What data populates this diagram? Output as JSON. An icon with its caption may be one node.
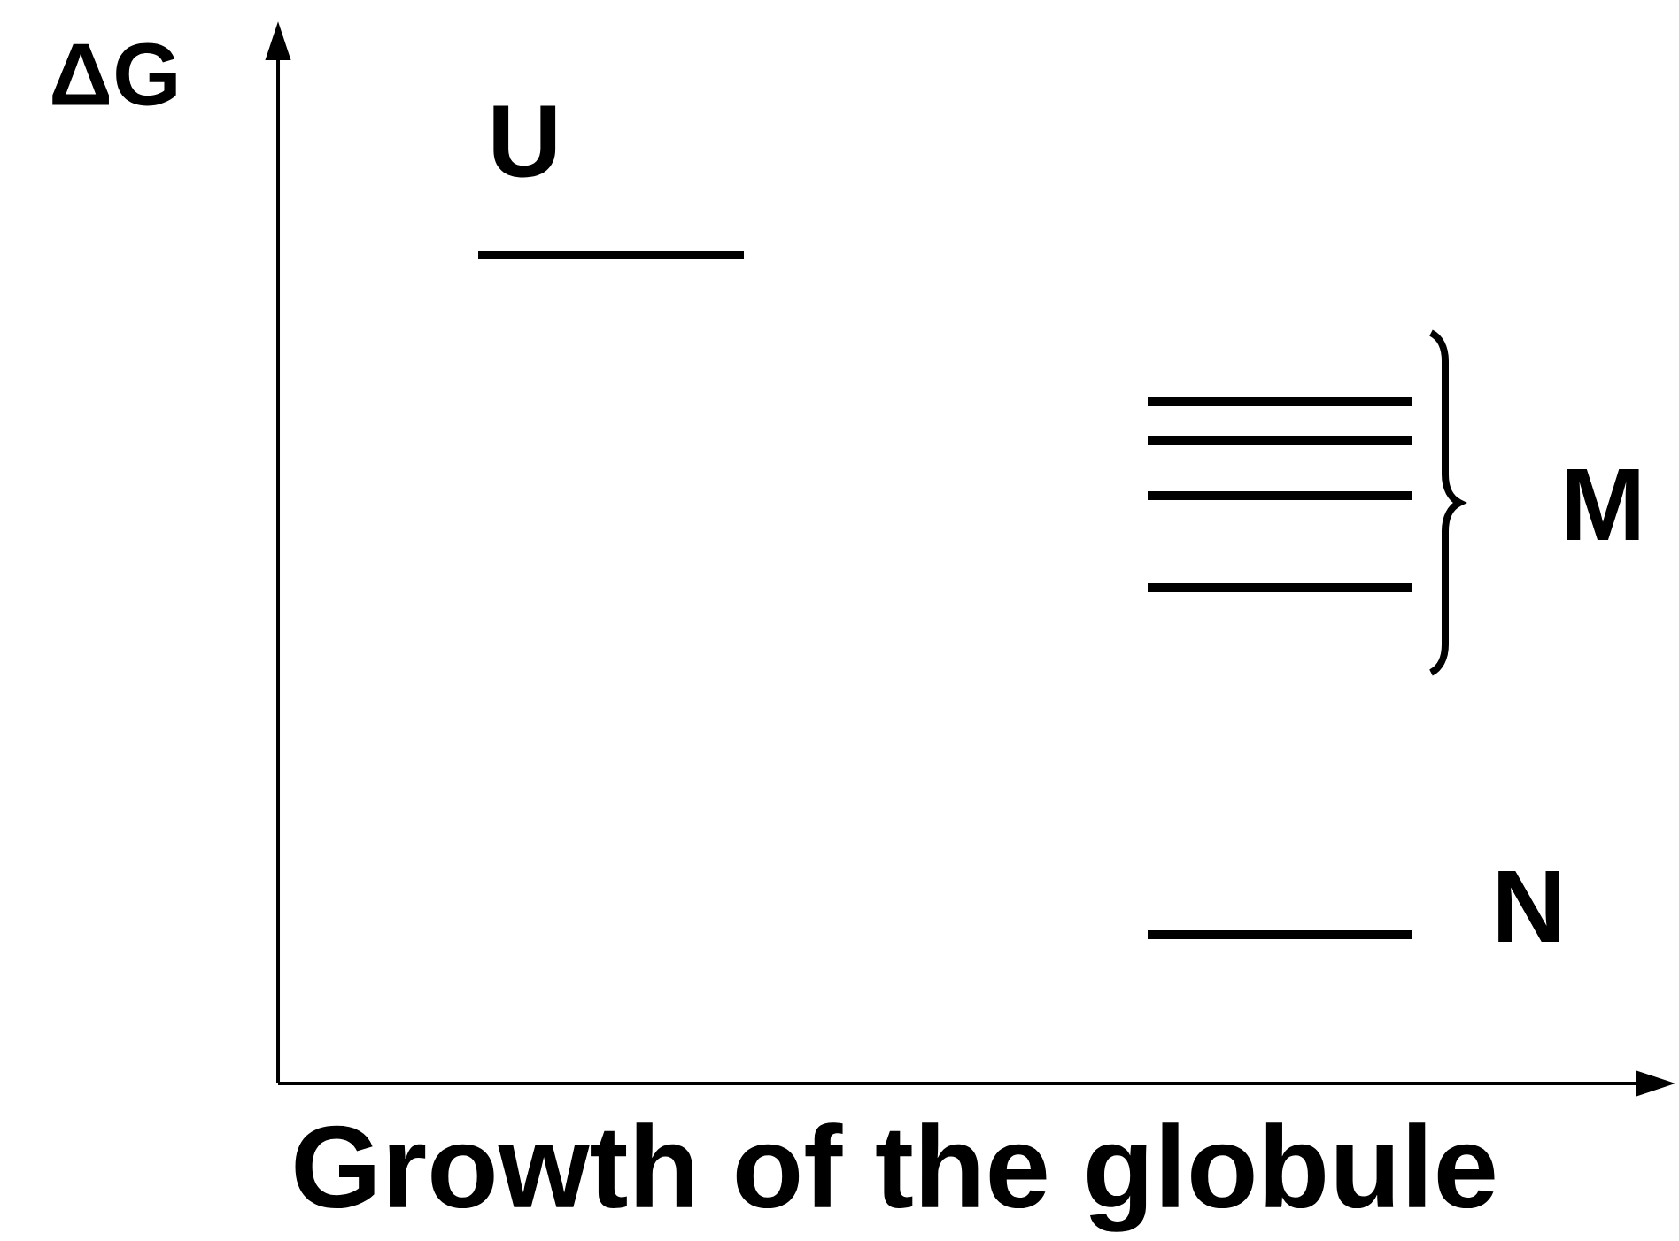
{
  "diagram": {
    "nodes": [
      {
        "text": [],
        "shape": "bar",
        "beside": [
          "U"
        ]
      },
      {
        "text": [],
        "shape": "bar"
      },
      {
        "text": [],
        "shape": "bar"
      },
      {
        "text": [],
        "shape": "bar"
      },
      {
        "text": [],
        "shape": "bar"
      },
      {
        "text": [],
        "shape": "bar",
        "beside": [
          "N"
        ]
      }
    ],
    "labels": [
      "ΔG",
      "M",
      "Growth of the globule"
    ]
  }
}
